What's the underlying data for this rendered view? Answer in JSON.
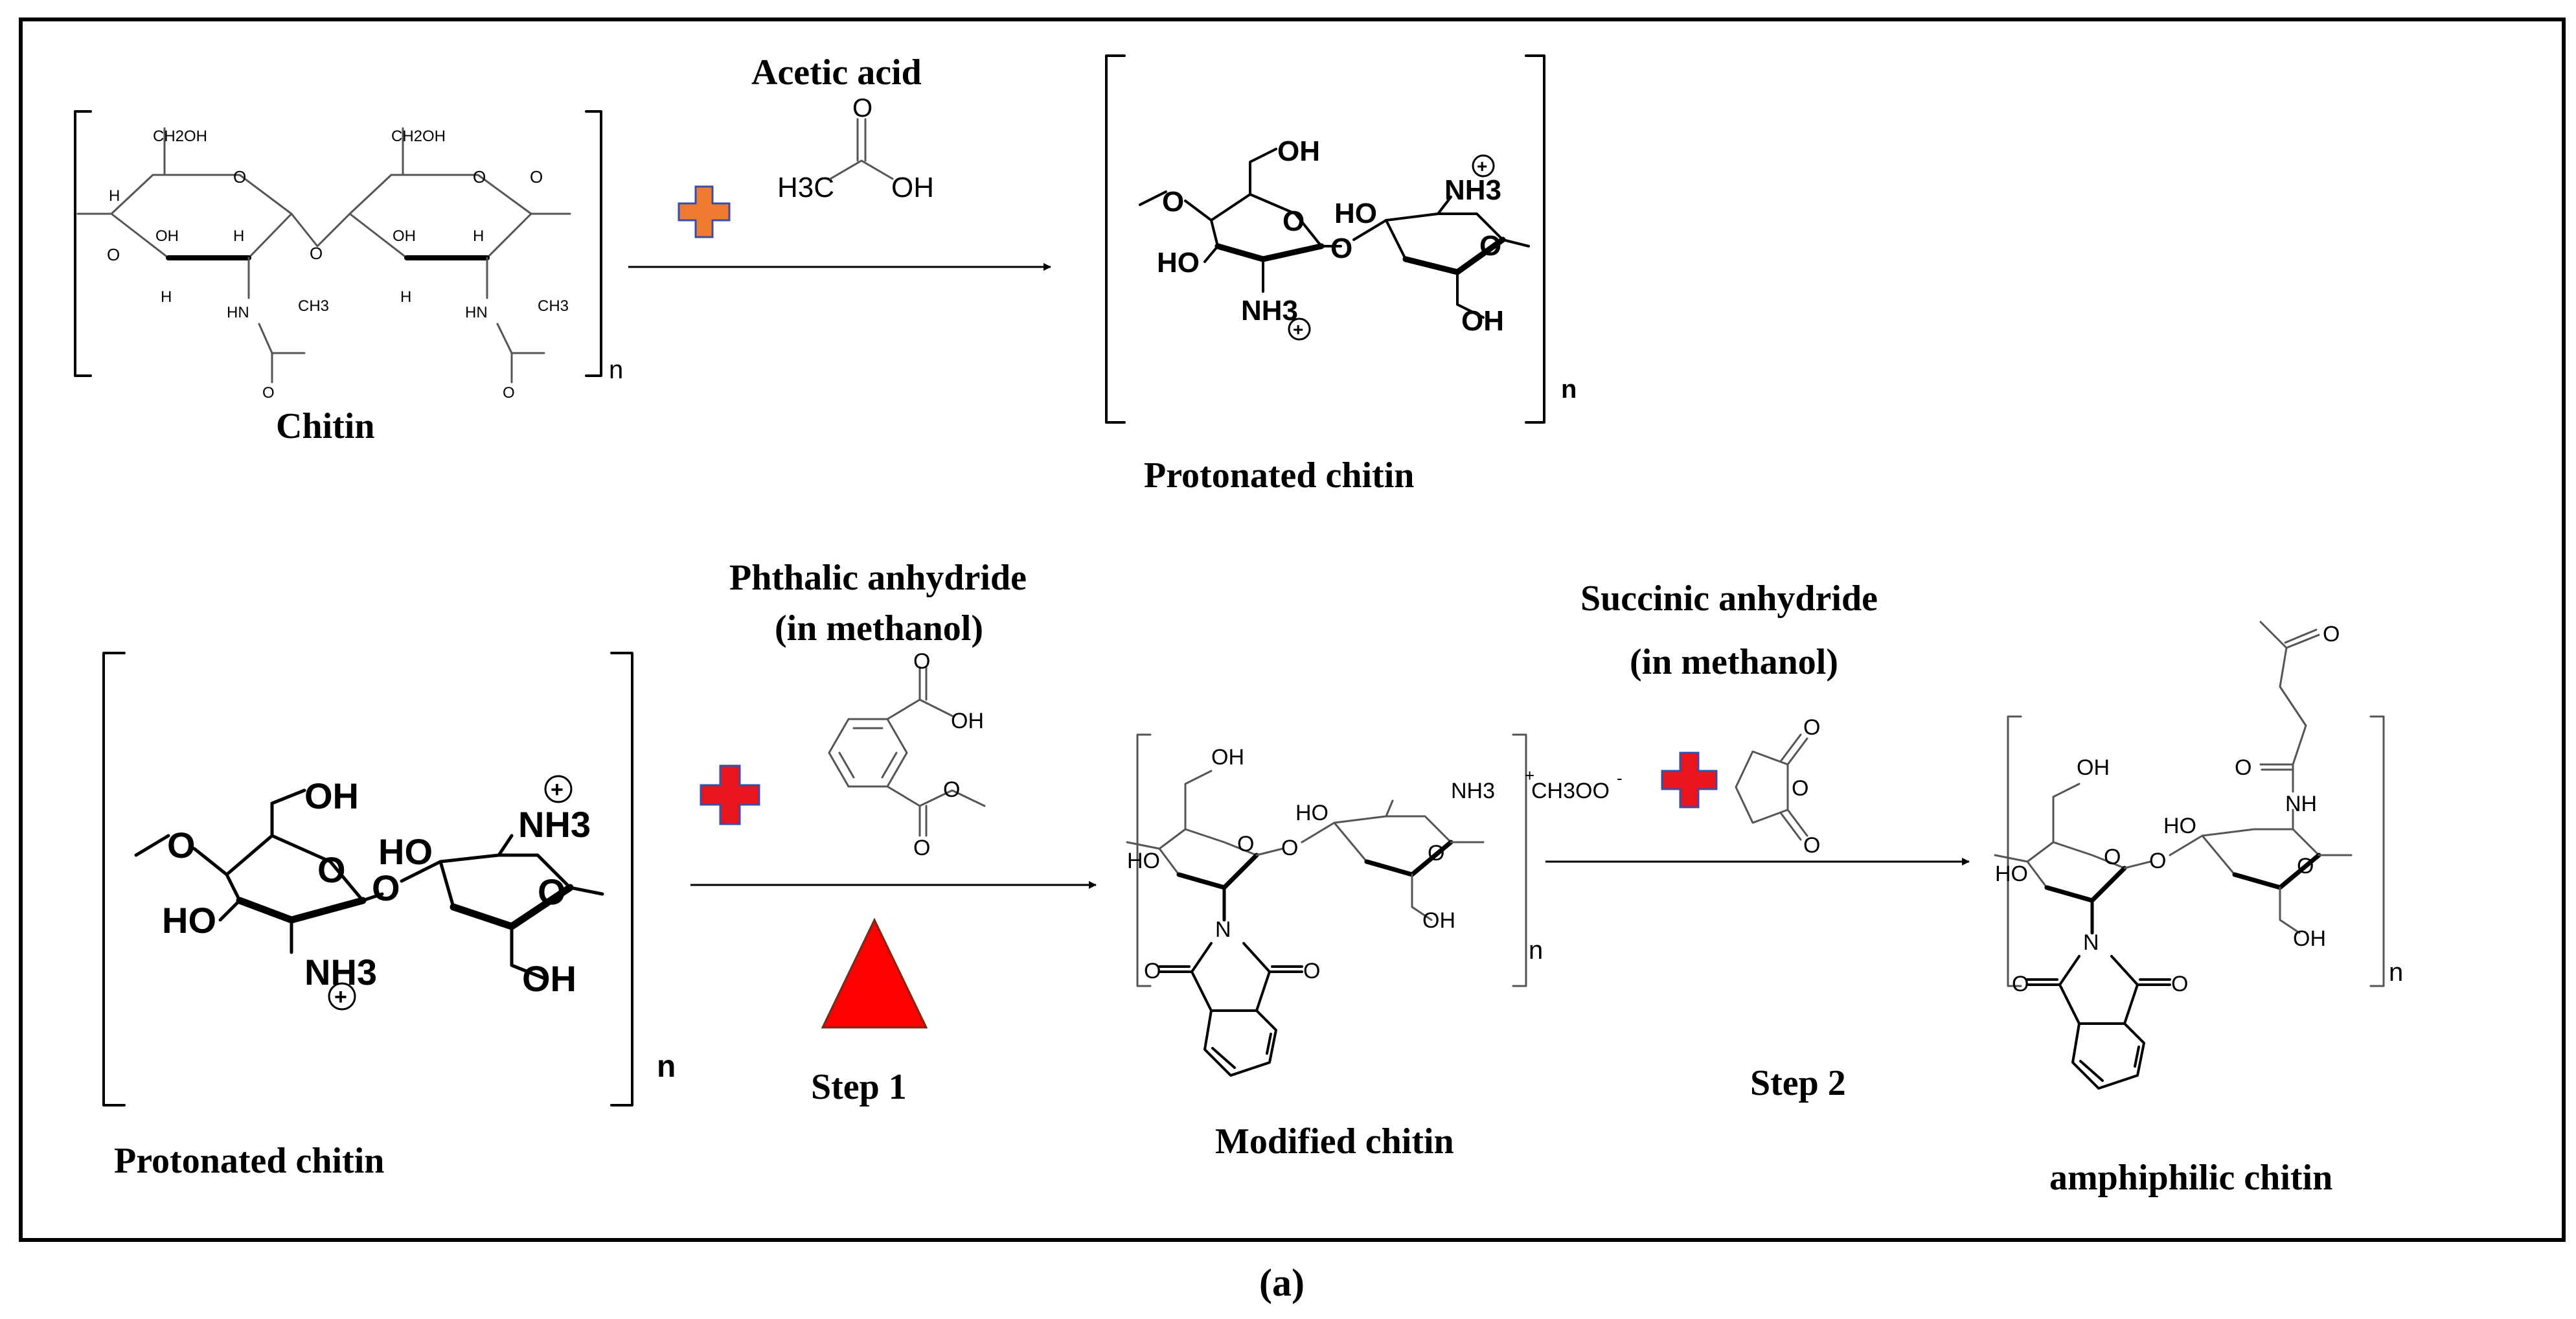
{
  "colors": {
    "frame": "#000000",
    "plus_orange": "#ee7b30",
    "plus_red": "#e8161c",
    "plus_outline": "#3b4ea6",
    "triangle_fill": "#ff0000"
  },
  "labels": {
    "chitin": "Chitin",
    "protonated_chitin_top": "Protonated chitin",
    "protonated_chitin_bottom": "Protonated chitin",
    "modified_chitin": "Modified chitin",
    "amphiphilic_chitin": "amphiphilic chitin",
    "panel": "(a)"
  },
  "reagents": {
    "acetic_acid": "Acetic acid",
    "phthalic_line1": "Phthalic anhydride",
    "phthalic_line2": "(in methanol)",
    "succinic_line1": "Succinic anhydride",
    "succinic_line2": "(in methanol)"
  },
  "steps": {
    "step1": "Step 1",
    "step2": "Step 2"
  },
  "atoms": {
    "n": "n",
    "ch2oh": "CH2OH",
    "oh": "OH",
    "o": "O",
    "h": "H",
    "c": "C",
    "hn": "HN",
    "ch3": "CH3",
    "h3c": "H3C",
    "ho": "HO",
    "nh3": "NH3",
    "n_atom": "N",
    "nh": "NH",
    "ch3oo": "CH3OO",
    "plus_charge": "+",
    "minus_charge": "-"
  }
}
